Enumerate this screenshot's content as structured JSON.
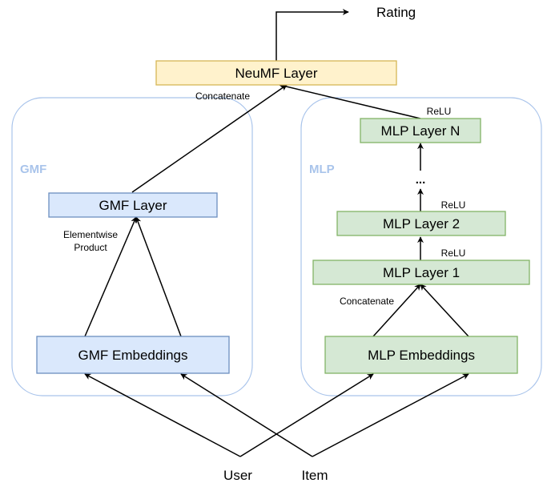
{
  "colors": {
    "gmf_fill": "#dae8fc",
    "gmf_stroke": "#6c8ebf",
    "mlp_fill": "#d5e8d4",
    "mlp_stroke": "#82b366",
    "neumf_fill": "#fff2cc",
    "neumf_stroke": "#d6b656",
    "group_stroke": "#a9c4eb",
    "group_label": "#a9c4eb",
    "edge": "#000000"
  },
  "groups": {
    "gmf": "GMF",
    "mlp": "MLP"
  },
  "nodes": {
    "rating": "Rating",
    "neumf_layer": "NeuMF Layer",
    "gmf_layer": "GMF Layer",
    "gmf_embeddings": "GMF Embeddings",
    "mlp_layer_n": "MLP Layer N",
    "mlp_ellipsis": "...",
    "mlp_layer_2": "MLP Layer 2",
    "mlp_layer_1": "MLP Layer 1",
    "mlp_embeddings": "MLP Embeddings",
    "user": "User",
    "item": "Item"
  },
  "edge_labels": {
    "concatenate_top": "Concatenate",
    "elementwise_line1": "Elementwise",
    "elementwise_line2": "Product",
    "relu_n": "ReLU",
    "relu_2": "ReLU",
    "relu_1": "ReLU",
    "concatenate_mlp": "Concatenate"
  }
}
